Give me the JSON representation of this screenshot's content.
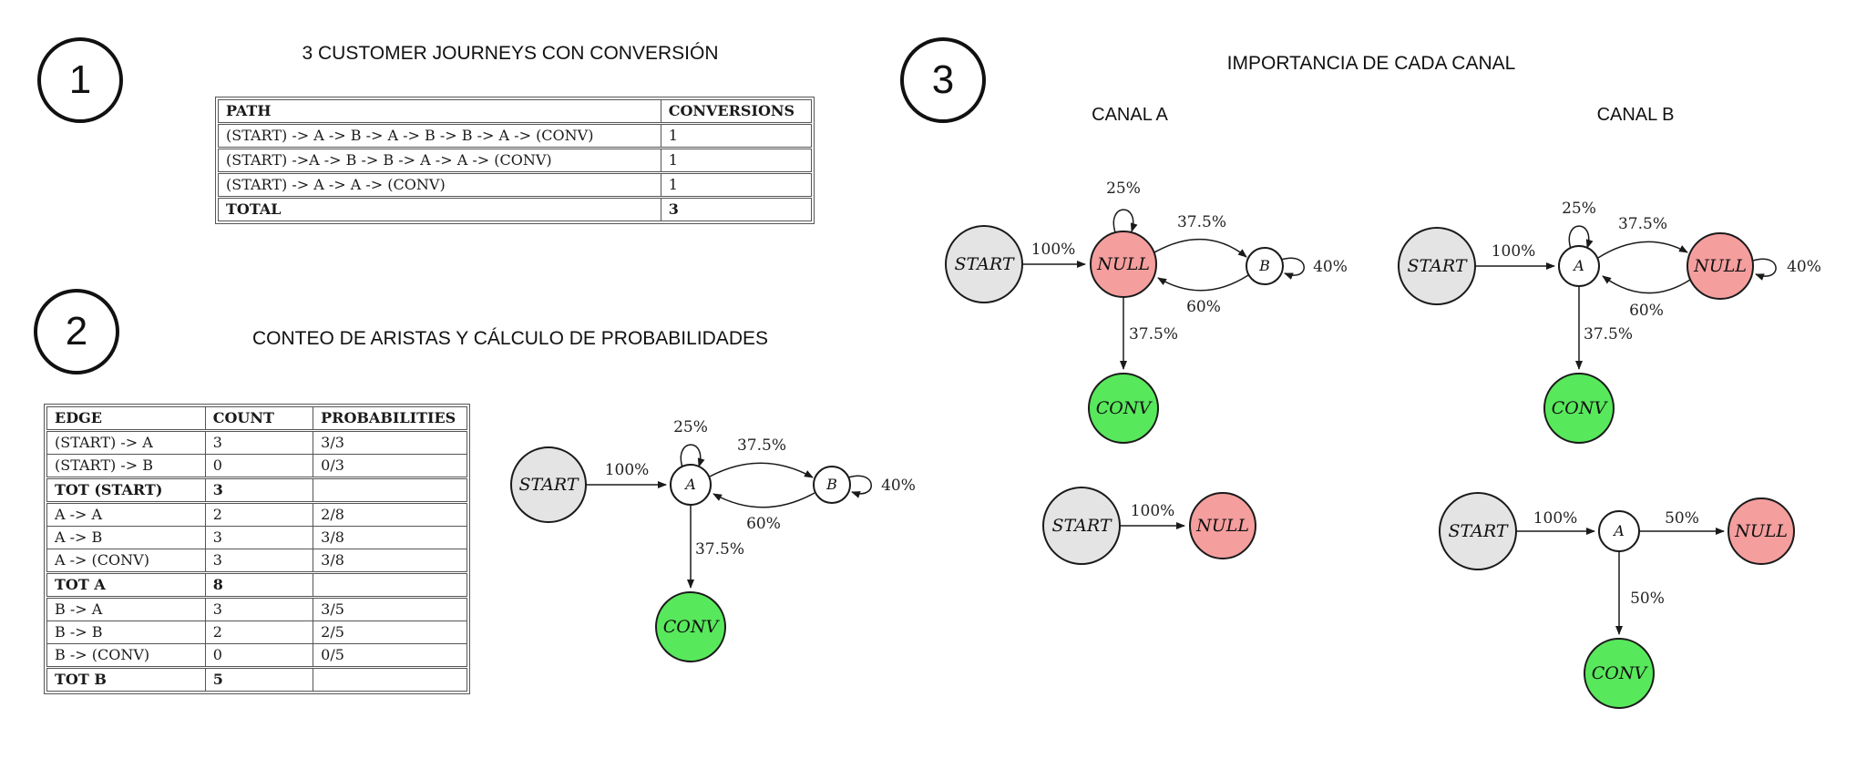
{
  "sections": {
    "s1": {
      "badge": "1",
      "title": "3 CUSTOMER JOURNEYS CON CONVERSIÓN",
      "table": {
        "columns": [
          "PATH",
          "CONVERSIONS"
        ],
        "rows": [
          {
            "cells": [
              "(START) -> A -> B -> A -> B -> B -> A -> (CONV)",
              "1"
            ]
          },
          {
            "cells": [
              "(START) ->A -> B -> B -> A -> A -> (CONV)",
              "1"
            ]
          },
          {
            "cells": [
              "(START) -> A -> A -> (CONV)",
              "1"
            ]
          },
          {
            "cells": [
              "TOTAL",
              "3"
            ],
            "bold": true,
            "sep_top": true
          }
        ]
      }
    },
    "s2": {
      "badge": "2",
      "title": "CONTEO DE ARISTAS Y CÁLCULO DE PROBABILIDADES",
      "table": {
        "columns": [
          "EDGE",
          "COUNT",
          "PROBABILITIES"
        ],
        "rows": [
          {
            "cells": [
              "(START) -> A",
              "3",
              "3/3"
            ]
          },
          {
            "cells": [
              "(START) -> B",
              "0",
              "0/3"
            ]
          },
          {
            "cells": [
              "TOT (START)",
              "3",
              ""
            ],
            "bold": true,
            "sep_top": true
          },
          {
            "cells": [
              "A -> A",
              "2",
              "2/8"
            ],
            "sep_top": true
          },
          {
            "cells": [
              "A -> B",
              "3",
              "3/8"
            ]
          },
          {
            "cells": [
              "A -> (CONV)",
              "3",
              "3/8"
            ]
          },
          {
            "cells": [
              "TOT A",
              "8",
              ""
            ],
            "bold": true,
            "sep_top": true
          },
          {
            "cells": [
              "B -> A",
              "3",
              "3/5"
            ],
            "sep_top": true
          },
          {
            "cells": [
              "B -> B",
              "2",
              "2/5"
            ]
          },
          {
            "cells": [
              "B -> (CONV)",
              "0",
              "0/5"
            ]
          },
          {
            "cells": [
              "TOT B",
              "5",
              ""
            ],
            "bold": true,
            "sep_top": true
          }
        ]
      }
    },
    "s3": {
      "badge": "3",
      "title": "IMPORTANCIA DE CADA CANAL",
      "canal_a_label": "CANAL A",
      "canal_b_label": "CANAL B"
    }
  },
  "diagrams": {
    "full_ab": {
      "nodes": {
        "start": "START",
        "a": "A",
        "b": "B",
        "conv": "CONV"
      },
      "edges": {
        "start_to_a": "100%",
        "a_self": "25%",
        "a_to_b": "37.5%",
        "b_to_a": "60%",
        "b_self": "40%",
        "a_to_conv": "37.5%"
      }
    },
    "canal_a": {
      "removed": {
        "nodes": {
          "start": "START",
          "null": "NULL",
          "b": "B",
          "conv": "CONV"
        },
        "edges": {
          "start_to_null": "100%",
          "null_self": "25%",
          "null_to_b": "37.5%",
          "b_to_null": "60%",
          "b_self": "40%",
          "null_to_conv": "37.5%"
        }
      },
      "result": {
        "nodes": {
          "start": "START",
          "null": "NULL"
        },
        "edges": {
          "start_to_null": "100%"
        }
      }
    },
    "canal_b": {
      "removed": {
        "nodes": {
          "start": "START",
          "a": "A",
          "null": "NULL",
          "conv": "CONV"
        },
        "edges": {
          "start_to_a": "100%",
          "a_self": "25%",
          "a_to_null": "37.5%",
          "null_to_a": "60%",
          "null_self": "40%",
          "a_to_conv": "37.5%"
        }
      },
      "result": {
        "nodes": {
          "start": "START",
          "a": "A",
          "null": "NULL",
          "conv": "CONV"
        },
        "edges": {
          "start_to_a": "100%",
          "a_to_null": "50%",
          "a_to_conv": "50%"
        }
      }
    }
  },
  "colors": {
    "start_fill": "#e4e4e4",
    "null_fill": "#f59e9e",
    "conv_fill": "#58e85c",
    "plain_fill": "#ffffff",
    "stroke": "#1a1a1a"
  }
}
